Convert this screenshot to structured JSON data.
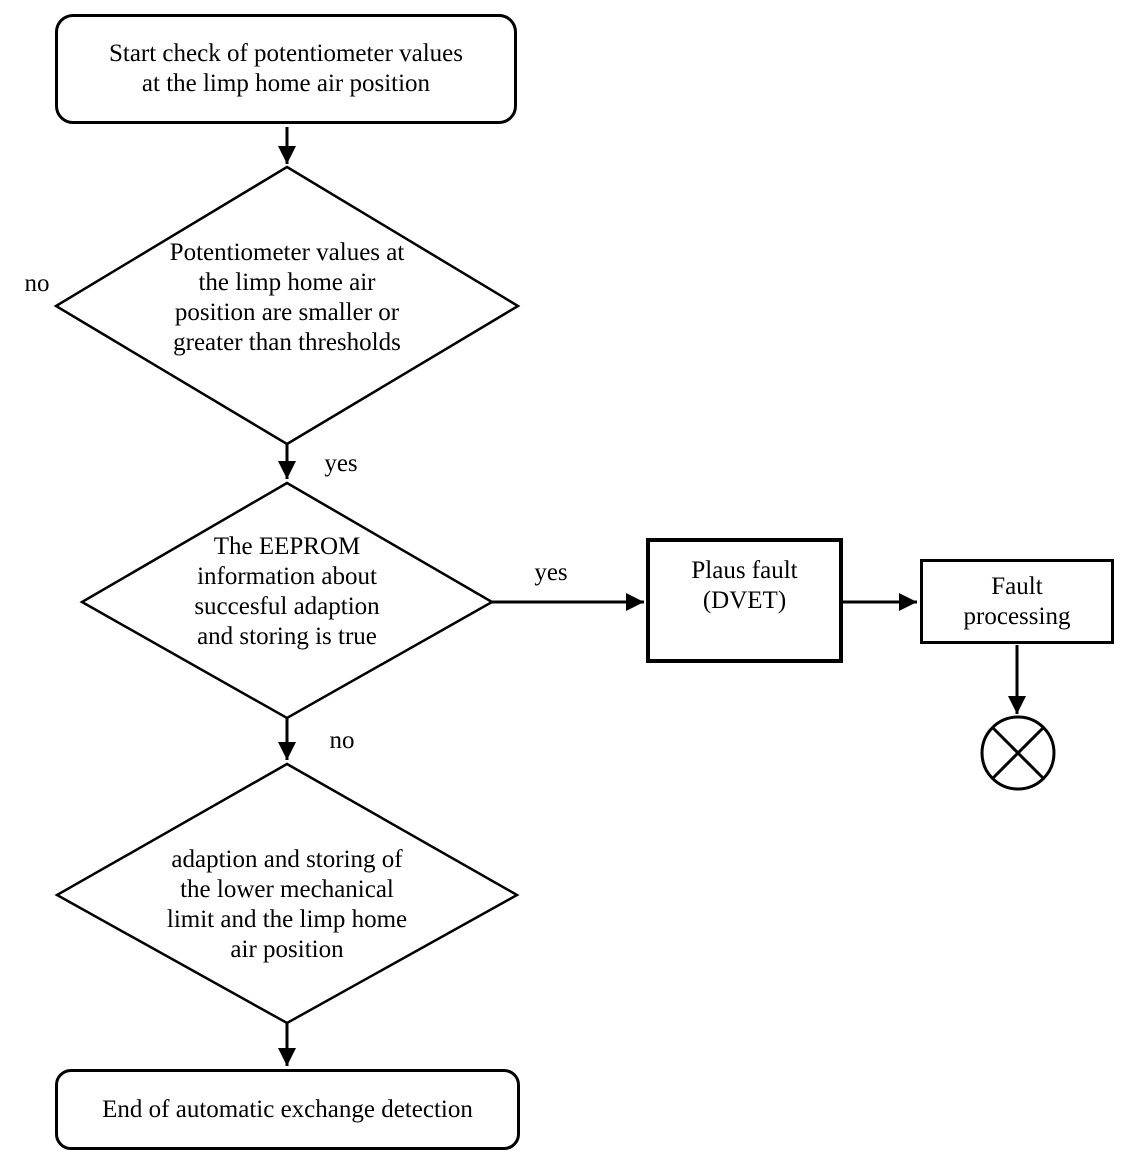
{
  "flowchart": {
    "nodes": {
      "start": "Start check of potentiometer values\nat the limp home air position",
      "decision_thresholds": "Potentiometer values at\nthe limp home air\nposition are smaller or\ngreater than thresholds",
      "decision_eeprom": "The EEPROM\ninformation about\nsuccesful adaption\nand storing is true",
      "plaus_fault": "Plaus fault\n(DVET)",
      "fault_processing": "Fault\nprocessing",
      "decision_adaption": "adaption and storing of\nthe lower mechanical\nlimit and the limp home\nair position",
      "end": "End of automatic exchange detection"
    },
    "edge_labels": {
      "no_left": "no",
      "yes_down": "yes",
      "yes_right": "yes",
      "no_down": "no"
    },
    "colors": {
      "line": "#000000",
      "background": "#ffffff"
    }
  }
}
